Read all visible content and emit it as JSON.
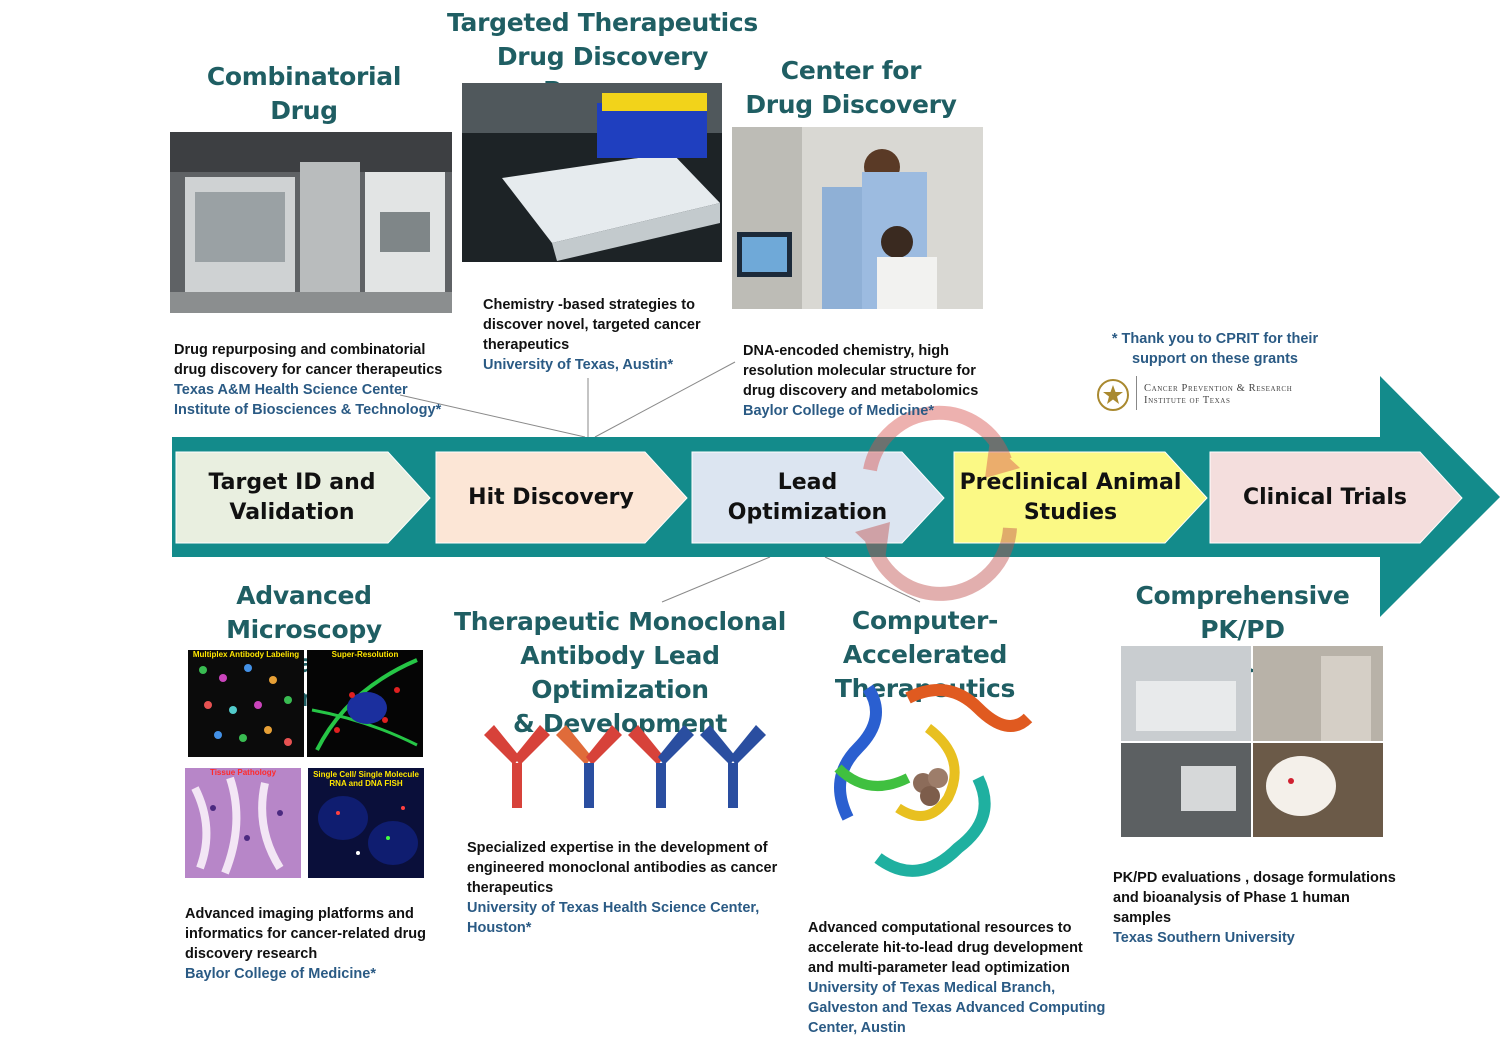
{
  "colors": {
    "title": "#1f5e63",
    "institution": "#2a5a84",
    "arrow": "#138b8b",
    "stage_1": "#e9efe0",
    "stage_2": "#fce6d6",
    "stage_3": "#dce5f1",
    "stage_4": "#fbf985",
    "stage_5": "#f4dedd"
  },
  "pipeline": {
    "stages": [
      {
        "label": "Target ID and\nValidation"
      },
      {
        "label": "Hit Discovery"
      },
      {
        "label": "Lead Optimization"
      },
      {
        "label": "Preclinical Animal\nStudies"
      },
      {
        "label": "Clinical Trials"
      }
    ]
  },
  "cprit": {
    "thanks": "* Thank you to CPRIT for their\nsupport on these grants",
    "logo_text": "Cancer Prevention & Research\nInstitute of Texas"
  },
  "programs": {
    "combinatorial": {
      "title": "Combinatorial Drug\nDiscovery Program",
      "description": "Drug repurposing and combinatorial\ndrug discovery for cancer therapeutics",
      "institution": "Texas A&M Health Science Center\nInstitute of Biosciences & Technology*"
    },
    "targeted": {
      "title": "Targeted Therapeutics\nDrug Discovery Program",
      "description": "Chemistry -based strategies to\ndiscover novel, targeted cancer\ntherapeutics",
      "institution": "University of Texas, Austin*"
    },
    "center": {
      "title": "Center for\nDrug Discovery",
      "description": "DNA-encoded chemistry, high\nresolution molecular structure for\ndrug discovery and metabolomics",
      "institution": "Baylor College of Medicine*"
    },
    "microscopy": {
      "title": "Advanced Microscopy\n& Imaging Informatics",
      "description": "Advanced imaging platforms  and\ninformatics for cancer-related drug\ndiscovery research",
      "institution": "Baylor College of Medicine*",
      "panels": [
        "Multiplex Antibody Labeling",
        "Super-Resolution",
        "Tissue Pathology",
        "Single Cell/ Single Molecule\nRNA and DNA FISH"
      ]
    },
    "antibody": {
      "title": "Therapeutic Monoclonal\nAntibody Lead Optimization\n& Development",
      "description": "Specialized expertise in the development of\nengineered monoclonal antibodies as cancer\ntherapeutics",
      "institution": "University of Texas Health Science Center,\nHouston*"
    },
    "computer": {
      "title": "Computer-Accelerated\nTherapeutics",
      "description": "Advanced computational resources to\naccelerate hit-to-lead drug development\nand multi-parameter lead optimization",
      "institution": "University of Texas Medical Branch,\nGalveston and Texas Advanced Computing\nCenter, Austin"
    },
    "pkpd": {
      "title": "Comprehensive PK/PD\n& Formulation",
      "description": "PK/PD evaluations , dosage formulations\nand bioanalysis of Phase 1 human\nsamples",
      "institution": "Texas Southern University"
    }
  }
}
